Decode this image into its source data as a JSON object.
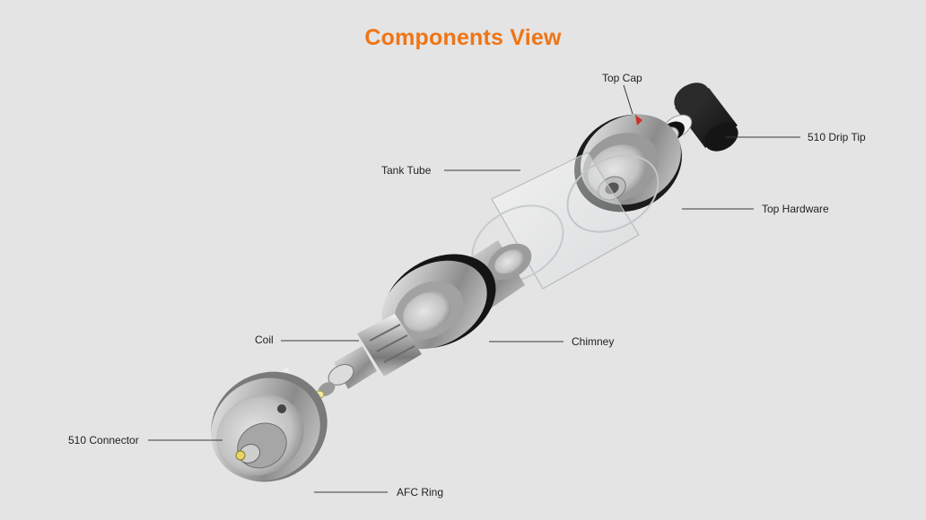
{
  "title": "Components View",
  "colors": {
    "title": "#f07414",
    "background": "#e4e4e4",
    "leader_line": "#3a3a3a"
  },
  "labels": {
    "top_cap": "Top Cap",
    "drip_tip": "510 Drip Tip",
    "tank_tube": "Tank Tube",
    "top_hardware": "Top Hardware",
    "coil": "Coil",
    "chimney": "Chimney",
    "connector": "510 Connector",
    "afc_ring": "AFC Ring"
  }
}
